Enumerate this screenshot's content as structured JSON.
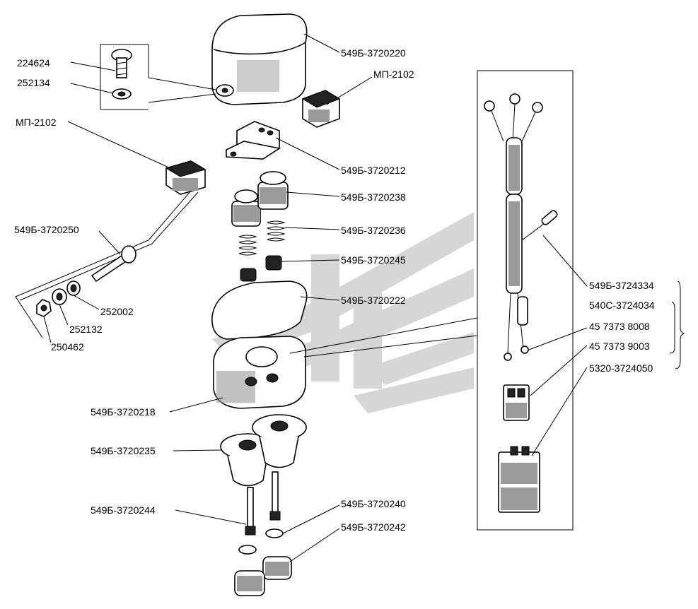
{
  "colors": {
    "ink": "#000000",
    "watermark": "#d6d6d6",
    "paper": "#ffffff"
  },
  "labels": {
    "cover": "549Б-3720220",
    "screw": "224624",
    "washer_cover": "252134",
    "switch_left": "МП-2102",
    "switch_top": "МП-2102",
    "bracket": "549Б-3720212",
    "valve_cap": "549Б-3720238",
    "spring": "549Б-3720236",
    "valve_seat": "549Б-3720245",
    "gasket": "549Б-3720222",
    "bolt": "549Б-3720250",
    "washer_spring": "252002",
    "washer_flat": "252132",
    "nut": "250462",
    "body": "549Б-3720218",
    "housing_lower": "549Б-3720235",
    "pin": "549Б-3720244",
    "washer_lower": "549Б-3720240",
    "plug_lower": "549Б-3720242",
    "harness_1": "549Б-3724334",
    "harness_2": "540С-3724034",
    "terminal_1": "45 7373 8008",
    "terminal_2": "45 7373 9003",
    "connector": "5320-3724050"
  }
}
